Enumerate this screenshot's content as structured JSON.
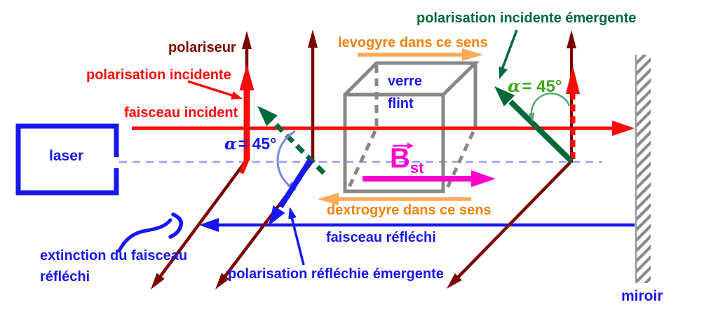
{
  "diagram": {
    "title_context": "Faraday effect / optical isolation experiment schematic",
    "labels": {
      "polariseur": "polariseur",
      "polarisation_incidente": "polarisation incidente",
      "faisceau_incident": "faisceau incident",
      "laser": "laser",
      "alpha_incident": {
        "symbol": "α",
        "rest": "= 45°"
      },
      "levogyre": "levogyre dans ce sens",
      "verre": "verre",
      "flint": "flint",
      "polarisation_incidente_emergente": "polarisation incidente émergente",
      "alpha_emergente": {
        "symbol": "α",
        "rest": "= 45°"
      },
      "b_field": {
        "letter": "B",
        "subscript": "st"
      },
      "dextrogyre": "dextrogyre dans ce sens",
      "faisceau_reflechi": "faisceau réfléchi",
      "extinction_line1": "extinction du faisceau",
      "extinction_line2": "réfléchi",
      "polarisation_reflechie_emergente": "polarisation réfléchie émergente",
      "miroir": "miroir"
    },
    "colors": {
      "beam_red": "#FB0A0A",
      "dark_red": "#7C0101",
      "blue": "#1717F0",
      "axis_dashed_blue": "#9A9AF2",
      "rotation_arc_blue": "#7B86F2",
      "dark_green": "#00693A",
      "bright_green": "#41A519",
      "angle_arc_green": "#55A878",
      "orange_text": "#F28111",
      "orange_arrow": "#FFA959",
      "magenta": "#FF00CF",
      "glass_gray": "#878787"
    }
  }
}
